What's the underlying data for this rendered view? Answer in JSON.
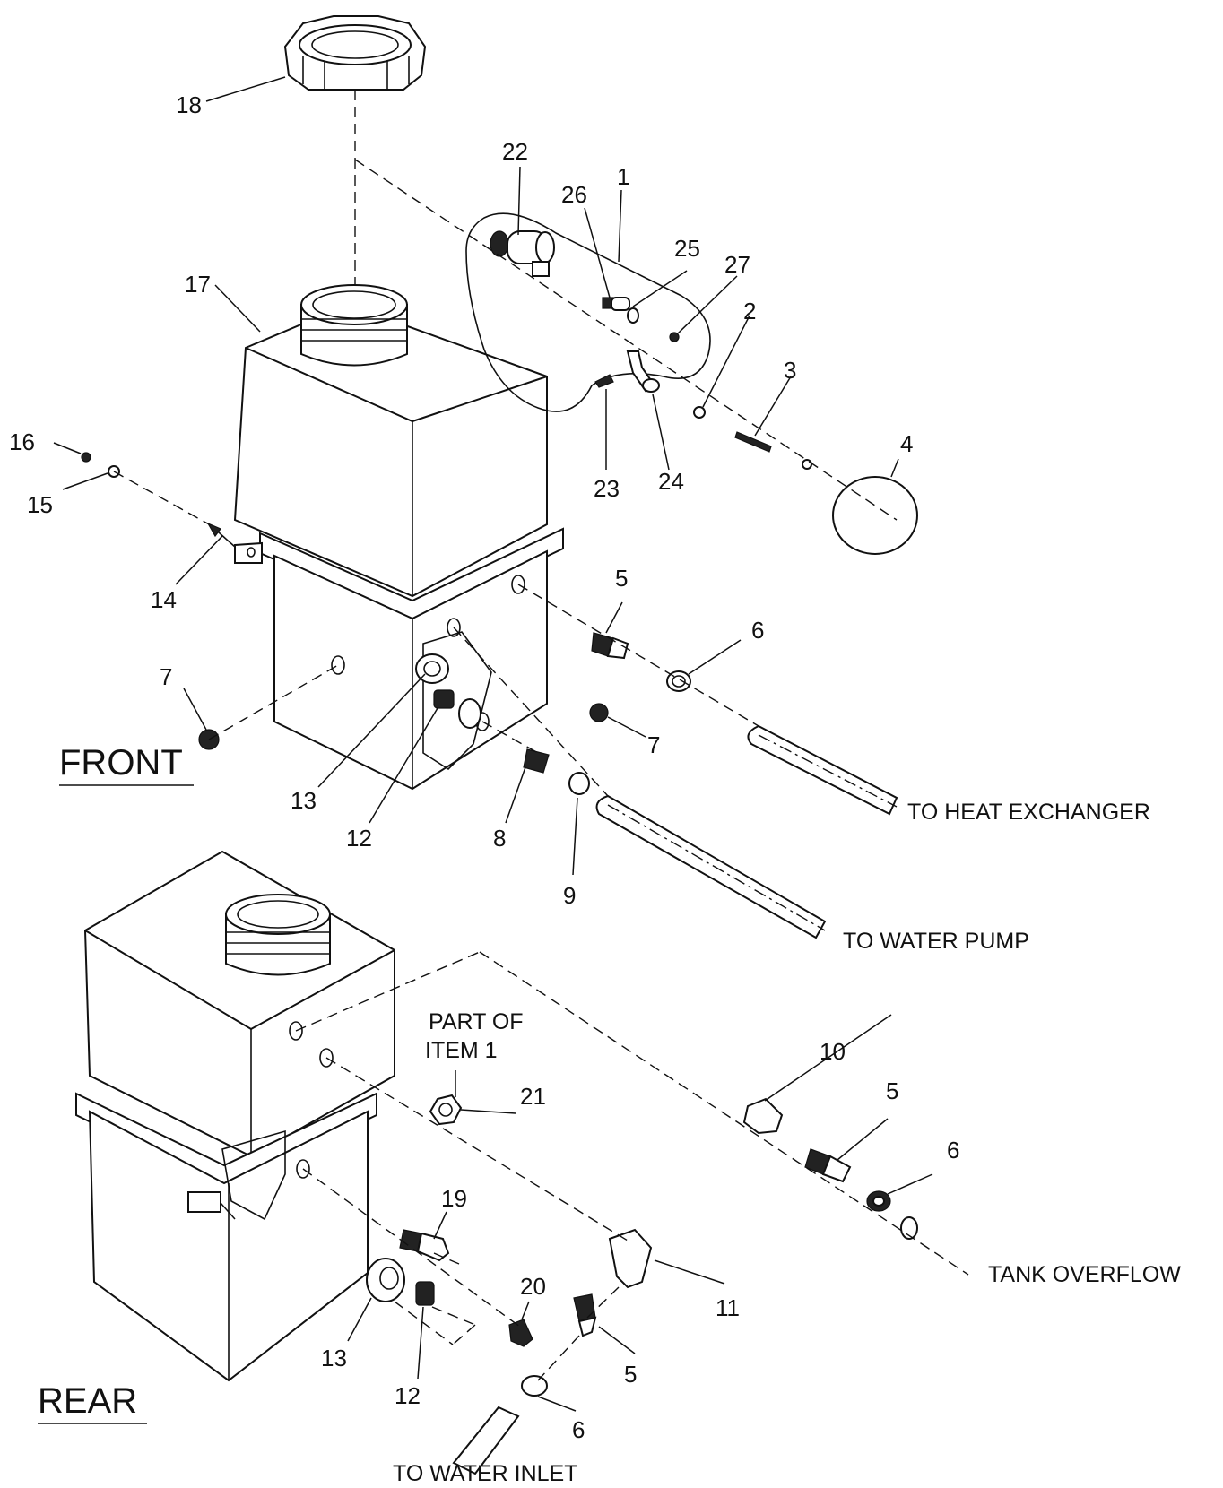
{
  "views": {
    "front": "FRONT",
    "rear": "REAR"
  },
  "notes": {
    "heat_exchanger": "TO HEAT EXCHANGER",
    "water_pump": "TO WATER PUMP",
    "tank_overflow": "TANK OVERFLOW",
    "water_inlet": "TO WATER INLET",
    "part_of_line1": "PART OF",
    "part_of_line2": "ITEM 1"
  },
  "callouts": {
    "c1": "1",
    "c2": "2",
    "c3": "3",
    "c4": "4",
    "c5a": "5",
    "c5b": "5",
    "c5c": "5",
    "c6a": "6",
    "c6b": "6",
    "c6c": "6",
    "c7a": "7",
    "c7b": "7",
    "c8": "8",
    "c9": "9",
    "c10": "10",
    "c11": "11",
    "c12a": "12",
    "c12b": "12",
    "c13a": "13",
    "c13b": "13",
    "c14": "14",
    "c15": "15",
    "c16": "16",
    "c17": "17",
    "c18": "18",
    "c19": "19",
    "c20": "20",
    "c21": "21",
    "c22": "22",
    "c23": "23",
    "c24": "24",
    "c25": "25",
    "c26": "26",
    "c27": "27"
  }
}
